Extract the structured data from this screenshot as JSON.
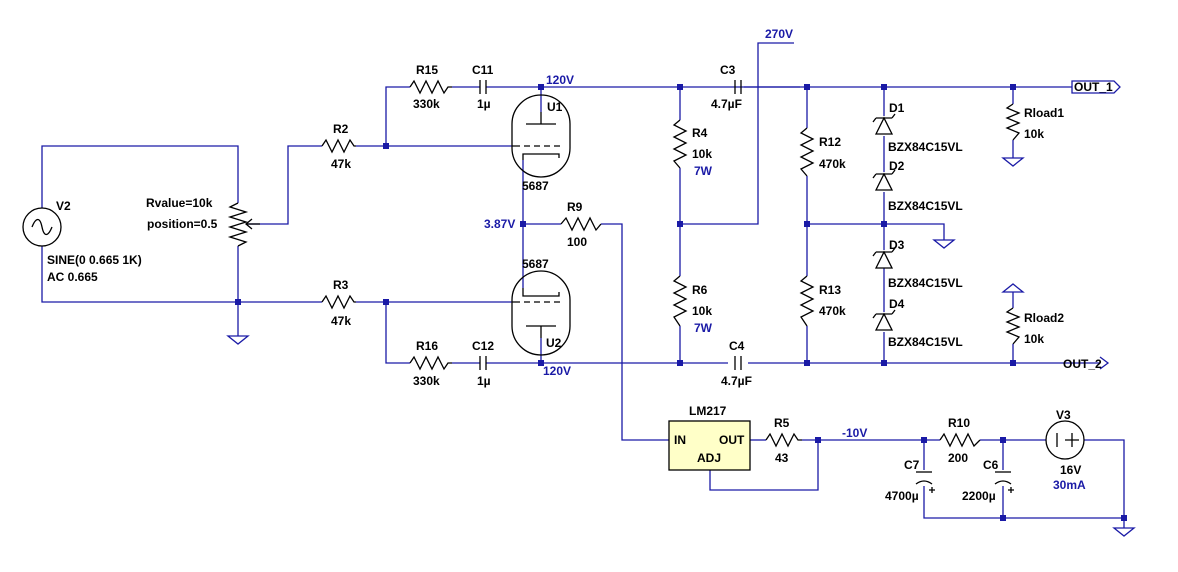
{
  "nets": {
    "v270": "270V",
    "v120a": "120V",
    "v120b": "120V",
    "v387": "3.87V",
    "vm10": "-10V"
  },
  "ports": {
    "out1": "OUT_1",
    "out2": "OUT_2"
  },
  "source": {
    "name": "V2",
    "spec1": "SINE(0 0.665 1K)",
    "spec2": "AC 0.665"
  },
  "pot": {
    "line1": "Rvalue=10k",
    "line2": "position=0.5"
  },
  "resistors": {
    "R15": {
      "name": "R15",
      "value": "330k"
    },
    "R2": {
      "name": "R2",
      "value": "47k"
    },
    "R3": {
      "name": "R3",
      "value": "47k"
    },
    "R16": {
      "name": "R16",
      "value": "330k"
    },
    "R9": {
      "name": "R9",
      "value": "100"
    },
    "R4": {
      "name": "R4",
      "value": "10k",
      "power": "7W"
    },
    "R6": {
      "name": "R6",
      "value": "10k",
      "power": "7W"
    },
    "R12": {
      "name": "R12",
      "value": "470k"
    },
    "R13": {
      "name": "R13",
      "value": "470k"
    },
    "Rload1": {
      "name": "Rload1",
      "value": "10k"
    },
    "Rload2": {
      "name": "Rload2",
      "value": "10k"
    },
    "R5": {
      "name": "R5",
      "value": "43"
    },
    "R10": {
      "name": "R10",
      "value": "200"
    }
  },
  "capacitors": {
    "C11": {
      "name": "C11",
      "value": "1µ"
    },
    "C12": {
      "name": "C12",
      "value": "1µ"
    },
    "C3": {
      "name": "C3",
      "value": "4.7µF"
    },
    "C4": {
      "name": "C4",
      "value": "4.7µF"
    },
    "C7": {
      "name": "C7",
      "value": "4700µ"
    },
    "C6": {
      "name": "C6",
      "value": "2200µ"
    }
  },
  "tubes": {
    "U1": {
      "name": "U1",
      "model": "5687"
    },
    "U2": {
      "name": "U2",
      "model": "5687"
    }
  },
  "diodes": {
    "D1": {
      "name": "D1",
      "model": "BZX84C15VL"
    },
    "D2": {
      "name": "D2",
      "model": "BZX84C15VL"
    },
    "D3": {
      "name": "D3",
      "model": "BZX84C15VL"
    },
    "D4": {
      "name": "D4",
      "model": "BZX84C15VL"
    }
  },
  "regulator": {
    "name": "LM217",
    "pin_in": "IN",
    "pin_out": "OUT",
    "pin_adj": "ADJ"
  },
  "v3": {
    "name": "V3",
    "voltage": "16V",
    "current": "30mA"
  },
  "colors": {
    "wire": "#1a1aa6",
    "component": "#000000",
    "ic_fill": "#ffffc8"
  }
}
